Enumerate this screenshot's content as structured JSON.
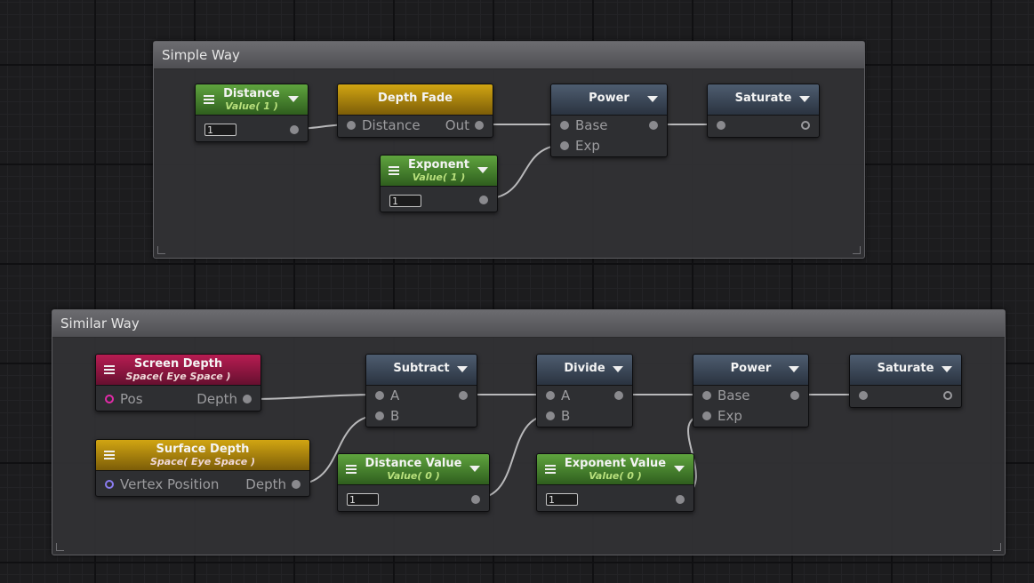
{
  "groups": {
    "simple": {
      "title": "Simple Way"
    },
    "similar": {
      "title": "Similar Way"
    }
  },
  "nodes": {
    "distance": {
      "title": "Distance",
      "subtitle": "Value( 1 )",
      "value": "1"
    },
    "depth_fade": {
      "title": "Depth Fade",
      "in_label": "Distance",
      "out_label": "Out"
    },
    "power1": {
      "title": "Power",
      "in_a": "Base",
      "in_b": "Exp"
    },
    "saturate1": {
      "title": "Saturate"
    },
    "exponent": {
      "title": "Exponent",
      "subtitle": "Value( 1 )",
      "value": "1"
    },
    "screen_depth": {
      "title": "Screen Depth",
      "subtitle": "Space( Eye Space )",
      "in_label": "Pos",
      "out_label": "Depth"
    },
    "surface_depth": {
      "title": "Surface Depth",
      "subtitle": "Space( Eye Space )",
      "in_label": "Vertex Position",
      "out_label": "Depth"
    },
    "subtract": {
      "title": "Subtract",
      "in_a": "A",
      "in_b": "B"
    },
    "divide": {
      "title": "Divide",
      "in_a": "A",
      "in_b": "B"
    },
    "power2": {
      "title": "Power",
      "in_a": "Base",
      "in_b": "Exp"
    },
    "saturate2": {
      "title": "Saturate"
    },
    "distance_value": {
      "title": "Distance Value",
      "subtitle": "Value( 0 )",
      "value": "1"
    },
    "exponent_value": {
      "title": "Exponent Value",
      "subtitle": "Value( 0 )",
      "value": "1"
    }
  },
  "colors": {
    "float_node": "#4f8f35",
    "depth_fade_node": "#c29a10",
    "screen_depth_node": "#a3194a",
    "math_node": "#3e4a59",
    "wire": "#b9b9bb"
  }
}
